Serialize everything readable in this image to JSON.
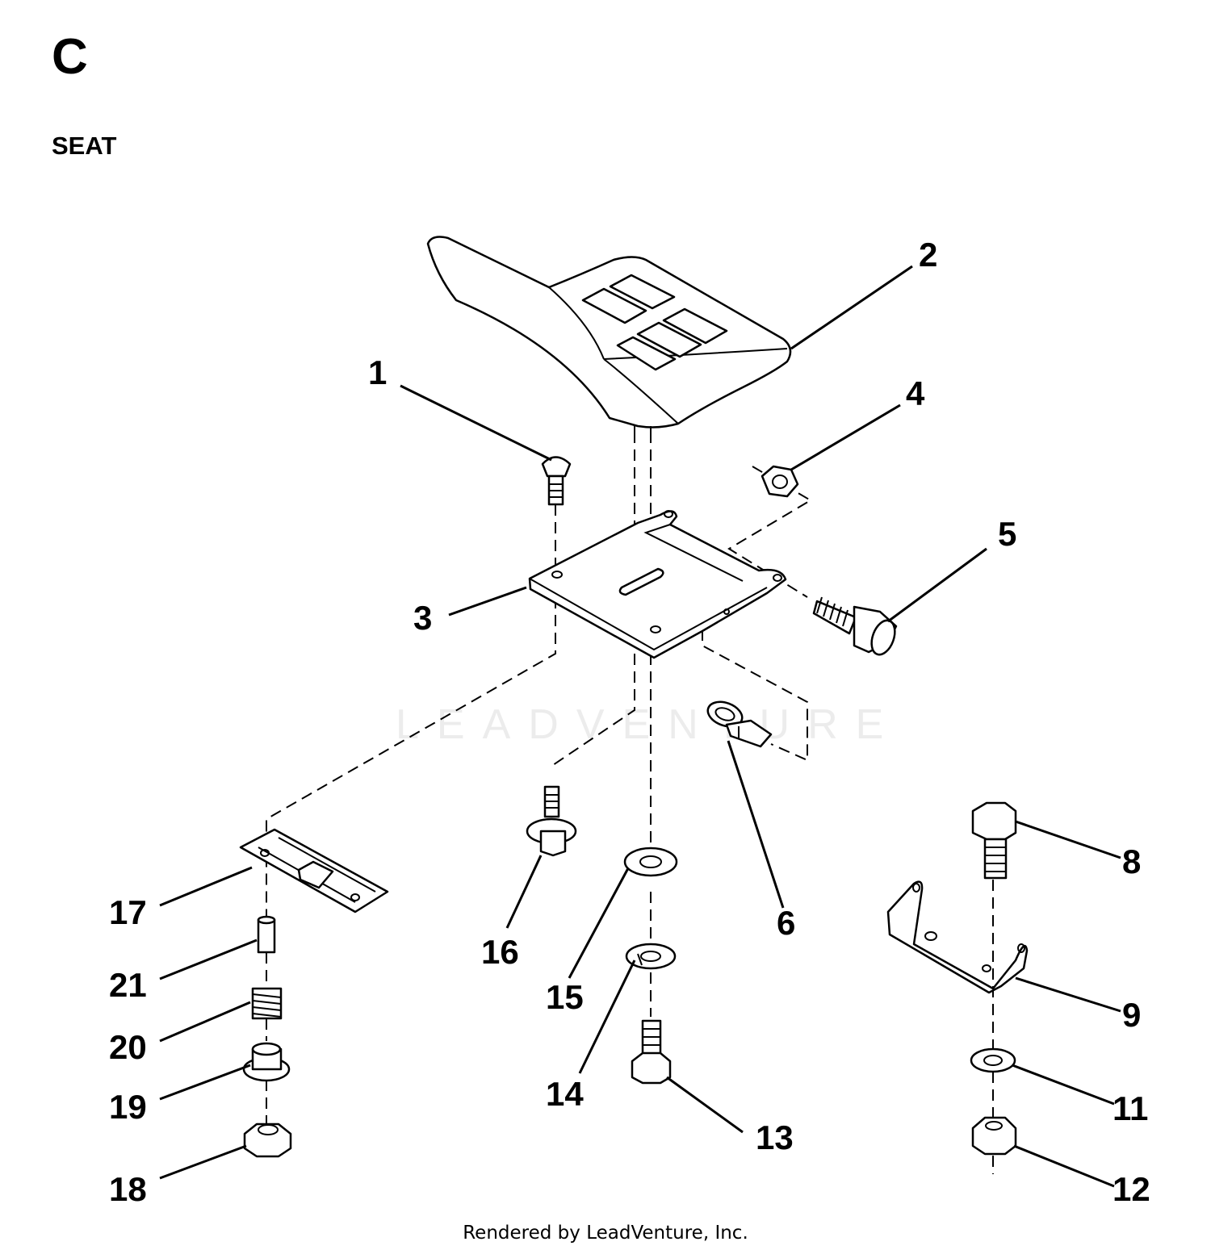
{
  "page": {
    "letter": "C",
    "title": "SEAT",
    "footer": "Rendered by LeadVenture, Inc.",
    "watermark": "LEADVENTURE"
  },
  "callouts": [
    "1",
    "2",
    "3",
    "4",
    "5",
    "6",
    "8",
    "9",
    "11",
    "12",
    "13",
    "14",
    "15",
    "16",
    "17",
    "18",
    "19",
    "20",
    "21"
  ],
  "colors": {
    "ink": "#000000",
    "background": "#ffffff",
    "watermark": "#ececec"
  }
}
